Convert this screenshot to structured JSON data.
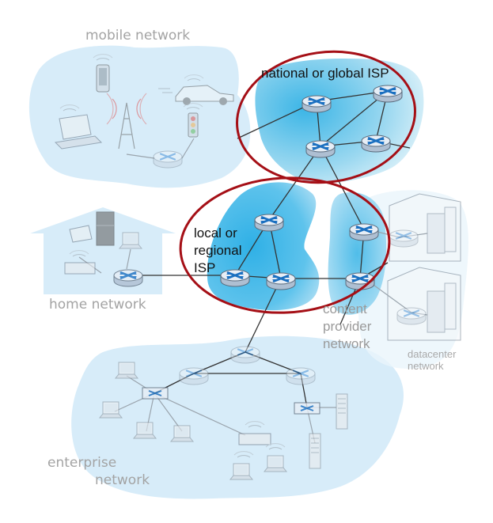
{
  "labels": {
    "mobile_network": "mobile network",
    "national_isp": "national or global ISP",
    "local_isp_line1": "local or",
    "local_isp_line2": "regional",
    "local_isp_line3": "ISP",
    "home_network": "home network",
    "content_line1": "content",
    "content_line2": "provider",
    "content_line3": "network",
    "datacenter_line1": "datacenter",
    "datacenter_line2": "network",
    "enterprise_line1": "enterprise",
    "enterprise_line2": "network"
  },
  "colors": {
    "cloud": "#dbeefa",
    "isp_fill": "#3cb6e8",
    "ellipse": "#a50f16",
    "router_top": "#e3ecf5",
    "router_body": "#c7d4e2",
    "router_x": "#1a6fc0",
    "link": "#333333",
    "link_faded": "#9aa4ad"
  }
}
